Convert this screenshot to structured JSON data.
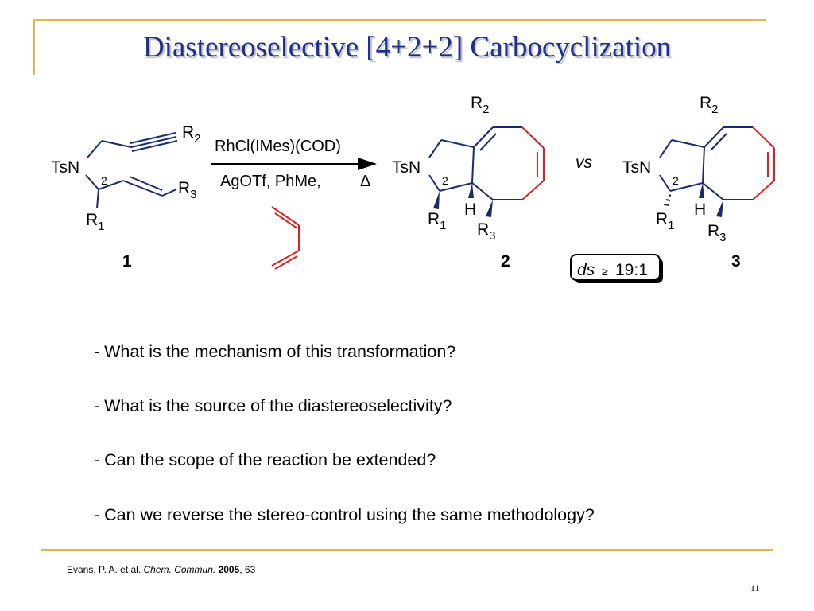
{
  "slide": {
    "title": "Diastereoselective [4+2+2] Carbocyclization",
    "page_number": "11"
  },
  "scheme": {
    "compound1": {
      "label": "1",
      "r1": "R1",
      "r2": "R2",
      "r3": "R3",
      "tsn": "TsN",
      "stereo_num": "2"
    },
    "conditions": {
      "catalyst": "RhCl(IMes)(COD)",
      "additives": "AgOTf, PhMe,",
      "heat": "Δ"
    },
    "compound2": {
      "label": "2",
      "r1": "R1",
      "r2": "R2",
      "r3": "R3",
      "tsn": "TsN",
      "h": "H",
      "stereo_num": "2"
    },
    "vs": "vs",
    "compound3": {
      "label": "3",
      "r1": "R1",
      "r2": "R2",
      "r3": "R3",
      "tsn": "TsN",
      "h": "H",
      "stereo_num": "2"
    },
    "ds": {
      "prefix": "ds",
      "symbol": "≥",
      "ratio": "19:1"
    }
  },
  "questions": [
    "- What is the mechanism of this transformation?",
    "- What is the source of the diastereoselectivity?",
    "- Can the scope of the reaction be extended?",
    "- Can we reverse the stereo-control using the same methodology?"
  ],
  "citation": {
    "authors": "Evans, P. A. et al.",
    "journal": "Chem. Commun.",
    "year": "2005",
    "page": ", 63"
  },
  "colors": {
    "title": "#1f2f8c",
    "accent": "#e6b450",
    "red_bonds": "#e02020",
    "bonds": "#1a2a6a"
  }
}
